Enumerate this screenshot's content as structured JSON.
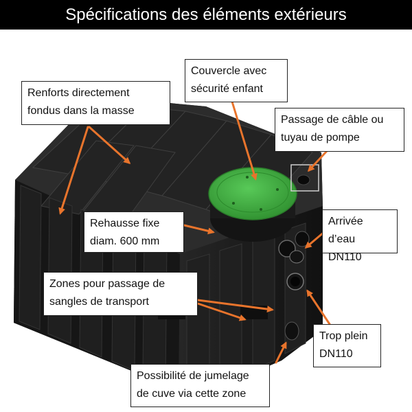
{
  "title": "Spécifications des éléments extérieurs",
  "labels": {
    "renforts": "Renforts directement\nfondus dans la masse",
    "couvercle": "Couvercle avec\nsécurité enfant",
    "passage_cable": "Passage de câble ou\ntuyau de pompe",
    "rehausse": "Rehausse fixe\ndiam. 600 mm",
    "arrivee": "Arrivée d’eau\nDN110",
    "zones_sangles": "Zones pour passage de\nsangles de transport",
    "trop_plein": "Trop plein\nDN110",
    "jumelage": "Possibilité de jumelage\nde cuve via cette zone"
  },
  "colors": {
    "arrow": "#e8742c",
    "lid": "#3fae3f",
    "tank": "#1b1b1b",
    "header_bg": "#000000",
    "header_text": "#ffffff"
  }
}
